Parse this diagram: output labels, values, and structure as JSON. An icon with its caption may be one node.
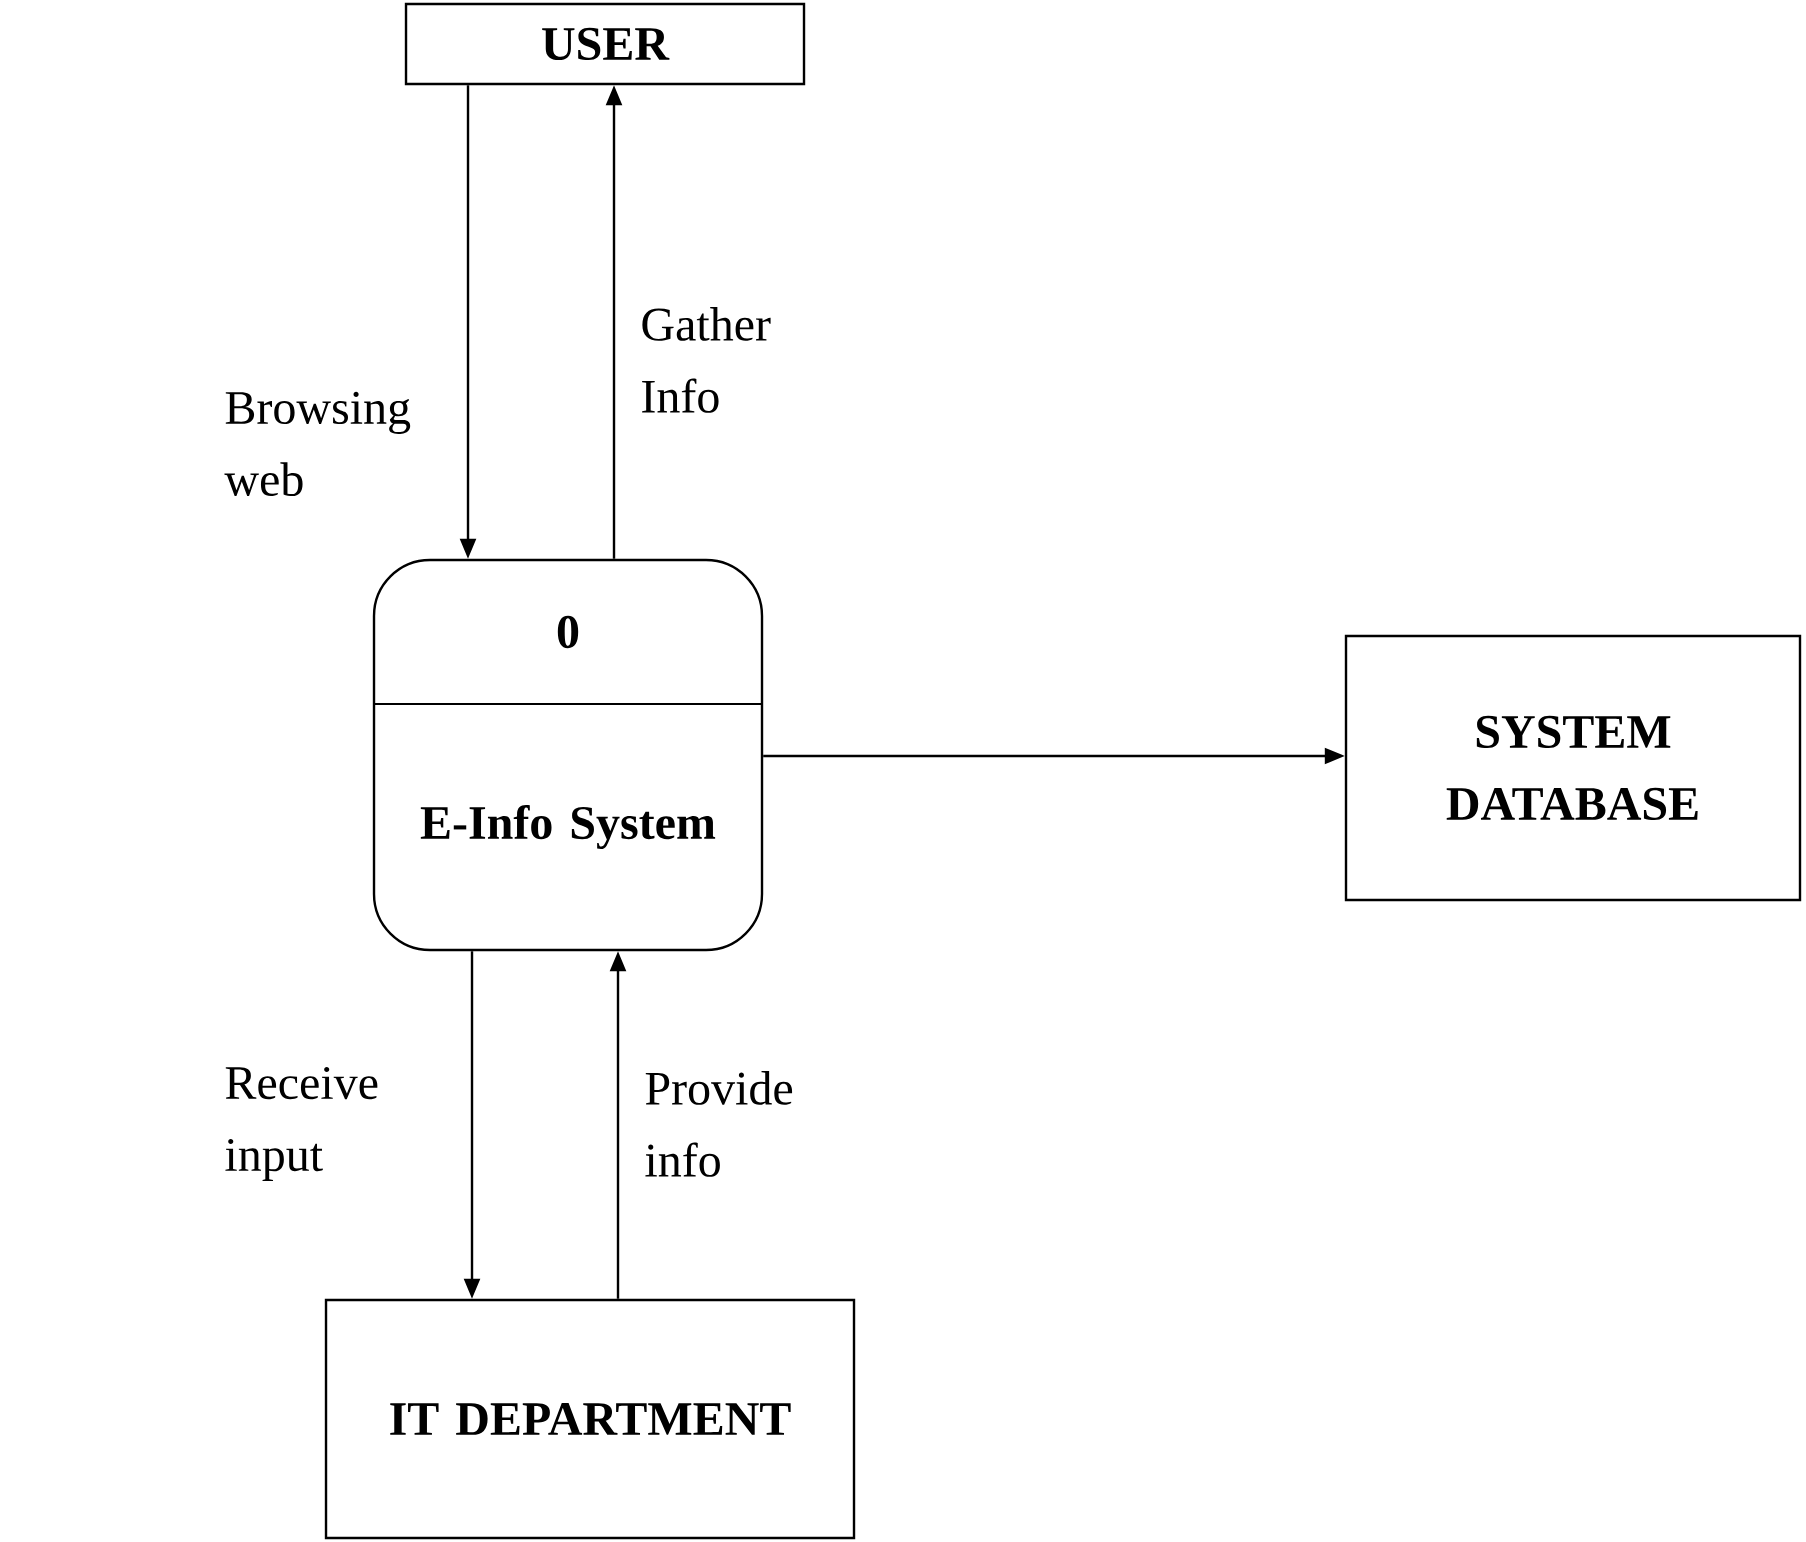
{
  "diagram": {
    "nodes": [
      {
        "text": [
          "USER"
        ]
      },
      {
        "text": [
          "0",
          "E-Info System"
        ]
      },
      {
        "text": [
          "SYSTEM DATABASE"
        ]
      },
      {
        "text": [
          "IT DEPARTMENT"
        ]
      }
    ],
    "edges": [
      {
        "from": 0,
        "to": 1,
        "arrow": "to",
        "label": "Browsing web"
      },
      {
        "from": 1,
        "to": 0,
        "arrow": "to",
        "label": "Gather Info"
      },
      {
        "from": 1,
        "to": 2,
        "arrow": "to"
      },
      {
        "from": 1,
        "to": 3,
        "arrow": "to",
        "label": "Receive input"
      },
      {
        "from": 3,
        "to": 1,
        "arrow": "to",
        "label": "Provide info"
      }
    ]
  }
}
